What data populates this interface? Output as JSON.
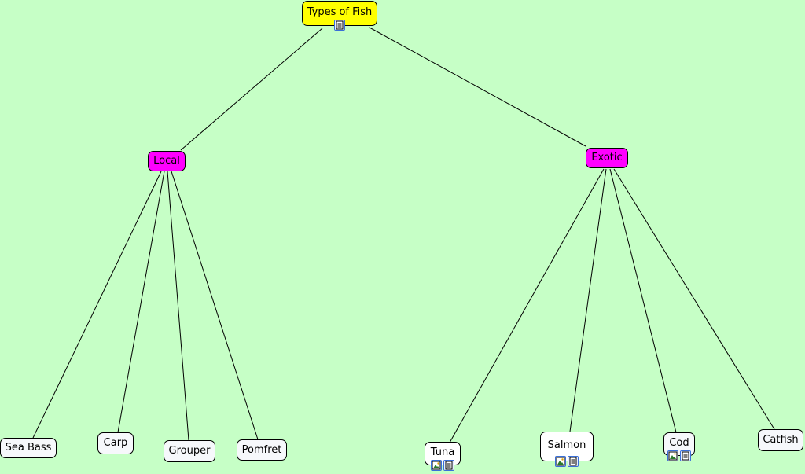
{
  "map": {
    "root": {
      "label": "Types of Fish",
      "icons": [
        "document-icon"
      ]
    },
    "local": {
      "label": "Local",
      "children": [
        {
          "label": "Sea Bass",
          "icons": []
        },
        {
          "label": "Carp",
          "icons": []
        },
        {
          "label": "Grouper",
          "icons": []
        },
        {
          "label": "Pomfret",
          "icons": []
        }
      ]
    },
    "exotic": {
      "label": "Exotic",
      "children": [
        {
          "label": "Tuna",
          "icons": [
            "image-icon",
            "document-icon"
          ]
        },
        {
          "label": "Salmon",
          "icons": [
            "image-icon",
            "document-icon"
          ]
        },
        {
          "label": "Cod",
          "icons": [
            "image-icon",
            "document-icon"
          ]
        },
        {
          "label": "Catfish",
          "icons": []
        }
      ]
    }
  },
  "colors": {
    "background": "#c6ffc6",
    "root": "#ffff00",
    "category": "#ff00ff",
    "leaf": "#f6f8fb",
    "link": "#000000"
  }
}
